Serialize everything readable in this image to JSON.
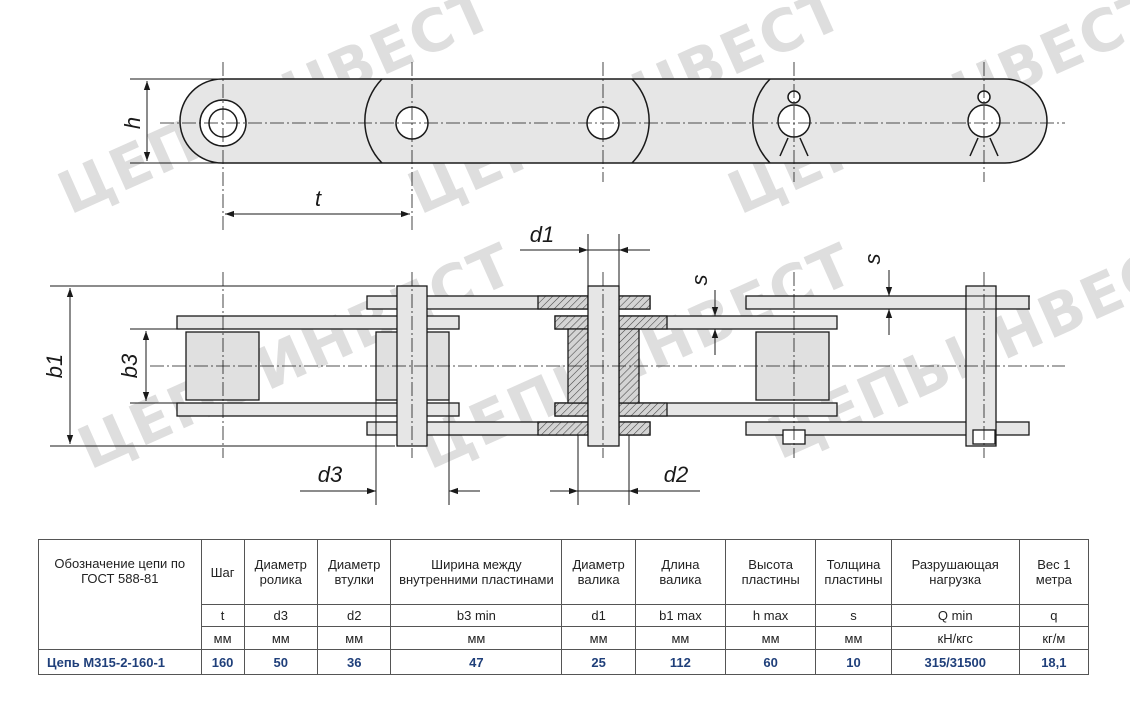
{
  "watermark": "ЦЕПЬИНВЕСТ",
  "dimensions": {
    "h": "h",
    "t": "t",
    "d1": "d1",
    "s": "s",
    "b1": "b1",
    "b3": "b3",
    "d3": "d3",
    "d2": "d2"
  },
  "table": {
    "headers": [
      "Обозначение цепи по ГОСТ 588-81",
      "Шаг",
      "Диаметр ролика",
      "Диаметр втулки",
      "Ширина между внутренними пластинами",
      "Диаметр валика",
      "Длина валика",
      "Высота пластины",
      "Толщина пластины",
      "Разрушающая нагрузка",
      "Вес 1 метра"
    ],
    "symbols": [
      "t",
      "d3",
      "d2",
      "b3 min",
      "d1",
      "b1 max",
      "h max",
      "s",
      "Q min",
      "q"
    ],
    "units": [
      "мм",
      "мм",
      "мм",
      "мм",
      "мм",
      "мм",
      "мм",
      "мм",
      "кН/кгс",
      "кг/м"
    ],
    "rows": [
      [
        "Цепь М315-2-160-1",
        "160",
        "50",
        "36",
        "47",
        "25",
        "112",
        "60",
        "10",
        "315/31500",
        "18,1"
      ]
    ]
  },
  "colors": {
    "accent": "#1f3f7a",
    "part_fill": "#e6e6e6",
    "line": "#1a1a1a"
  }
}
